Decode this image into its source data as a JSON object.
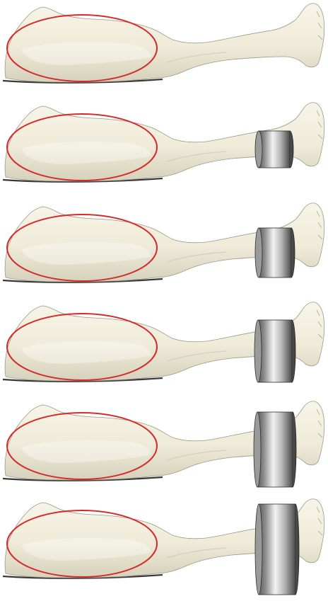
{
  "colors": {
    "background": "#ffffff",
    "leg_fill": "#f1eedc",
    "leg_shadow": "#cfcab4",
    "leg_outline": "#9d9886",
    "thigh_ellipse": "#d42a2a",
    "weight_light": "#ececec",
    "weight_mid": "#9a9a9a",
    "weight_dark": "#4a4a4a",
    "weight_edge": "#2e2e2e"
  },
  "panels": [
    {
      "weight_icon": "none",
      "weight_level": 0
    },
    {
      "weight_icon": "cylinder-weight-icon",
      "weight_level": 1
    },
    {
      "weight_icon": "cylinder-weight-icon",
      "weight_level": 2
    },
    {
      "weight_icon": "cylinder-weight-icon",
      "weight_level": 3
    },
    {
      "weight_icon": "cylinder-weight-icon",
      "weight_level": 4
    },
    {
      "weight_icon": "cylinder-weight-icon",
      "weight_level": 5
    }
  ]
}
